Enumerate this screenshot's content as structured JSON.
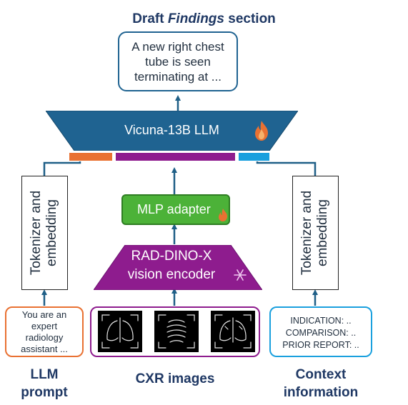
{
  "title": {
    "prefix": "Draft ",
    "italic": "Findings",
    "suffix": " section"
  },
  "output_text": "A new right chest tube is seen terminating at ...",
  "llm": {
    "label": "Vicuna-13B LLM",
    "icon": "fire-icon"
  },
  "adapter": {
    "label": "MLP adapter",
    "icon": "fire-icon"
  },
  "encoder": {
    "line1": "RAD-DINO-X",
    "line2": "vision encoder",
    "icon": "snowflake-icon"
  },
  "tokenizer_left": "Tokenizer and embedding",
  "tokenizer_right": "Tokenizer and embedding",
  "prompt_text": "You are an expert radiology assistant ...",
  "context": {
    "line1": "INDICATION: ..",
    "line2": "COMPARISON: ..",
    "line3": "PRIOR REPORT: .."
  },
  "labels": {
    "left_line1": "LLM",
    "left_line2": "prompt",
    "center": "CXR images",
    "right_line1": "Context",
    "right_line2": "information"
  },
  "colors": {
    "llm_fill": "#1f6391",
    "orange": "#e97132",
    "purple": "#8e1c8e",
    "blue": "#1aa0de",
    "green": "#3a9b2c",
    "green_fill": "#4cb238",
    "title": "#1f3864",
    "arrow": "#1f5f87"
  }
}
